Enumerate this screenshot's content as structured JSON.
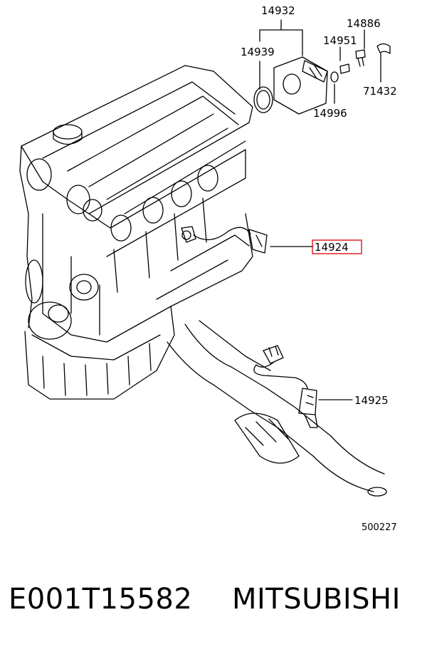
{
  "diagram": {
    "parts": [
      {
        "id": "p14932",
        "label": "14932"
      },
      {
        "id": "p14886",
        "label": "14886"
      },
      {
        "id": "p14951",
        "label": "14951"
      },
      {
        "id": "p14939",
        "label": "14939"
      },
      {
        "id": "p71432",
        "label": "71432"
      },
      {
        "id": "p14996",
        "label": "14996"
      },
      {
        "id": "p14924",
        "label": "14924",
        "highlighted": true
      },
      {
        "id": "p14925",
        "label": "14925"
      }
    ],
    "diagram_number": "500227",
    "highlight_color": "#e0202a",
    "line_color": "#000000"
  },
  "caption": {
    "code": "E001T15582",
    "brand": "MITSUBISHI"
  }
}
